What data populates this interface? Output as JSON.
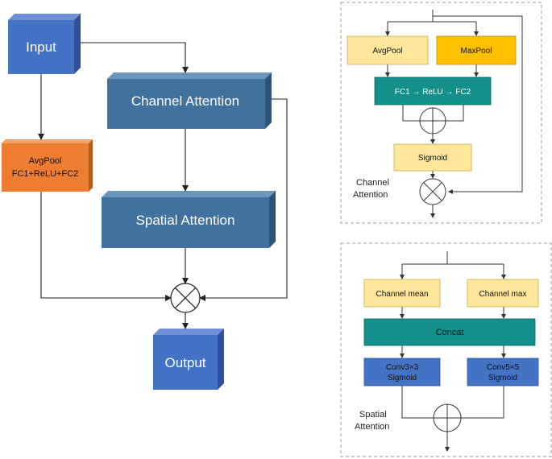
{
  "main": {
    "input": "Input",
    "channel_attention": "Channel Attention",
    "spatial_attention": "Spatial  Attention",
    "output": "Output",
    "branch_line1": "AvgPool",
    "branch_line2": "FC1+ReLU+FC2"
  },
  "channel_panel": {
    "avgpool": "AvgPool",
    "maxpool": "MaxPool",
    "fc": "FC1 → ReLU → FC2",
    "sigmoid": "Sigmoid",
    "caption_line1": "Channel",
    "caption_line2": "Attention"
  },
  "spatial_panel": {
    "channel_mean": "Channel mean",
    "channel_max": "Channel max",
    "concat": "Concat",
    "conv3_line1": "Conv3×3",
    "conv3_line2": "Sigmoid",
    "conv5_line1": "Conv5×5",
    "conv5_line2": "Sigmoid",
    "caption_line1": "Spatial",
    "caption_line2": "Attention"
  },
  "colors": {
    "blue": "#4472c4",
    "steel": "#41719c",
    "orange": "#ed7d31",
    "pale_yellow": "#ffe699",
    "gold": "#ffc000",
    "teal": "#138f8c"
  }
}
